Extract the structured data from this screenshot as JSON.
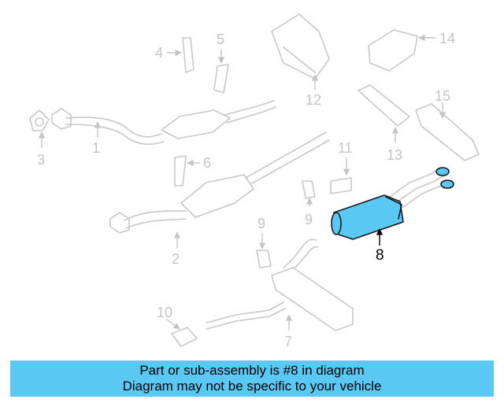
{
  "diagram": {
    "callouts": [
      {
        "id": "1",
        "label": "1"
      },
      {
        "id": "2",
        "label": "2"
      },
      {
        "id": "3",
        "label": "3"
      },
      {
        "id": "4",
        "label": "4"
      },
      {
        "id": "5",
        "label": "5"
      },
      {
        "id": "6",
        "label": "6"
      },
      {
        "id": "7",
        "label": "7"
      },
      {
        "id": "8",
        "label": "8"
      },
      {
        "id": "9",
        "label": "9"
      },
      {
        "id": "10",
        "label": "10"
      },
      {
        "id": "11",
        "label": "11"
      },
      {
        "id": "12",
        "label": "12"
      },
      {
        "id": "13",
        "label": "13"
      },
      {
        "id": "14",
        "label": "14"
      },
      {
        "id": "15",
        "label": "15"
      }
    ],
    "highlighted_part": "8",
    "highlight_color": "#5ac8f5",
    "dimmed_color": "#c4c4c4"
  },
  "banner": {
    "line1": "Part or sub-assembly is #8 in diagram",
    "line2": "Diagram may not be specific to your vehicle",
    "color": "#5ac8f5"
  }
}
